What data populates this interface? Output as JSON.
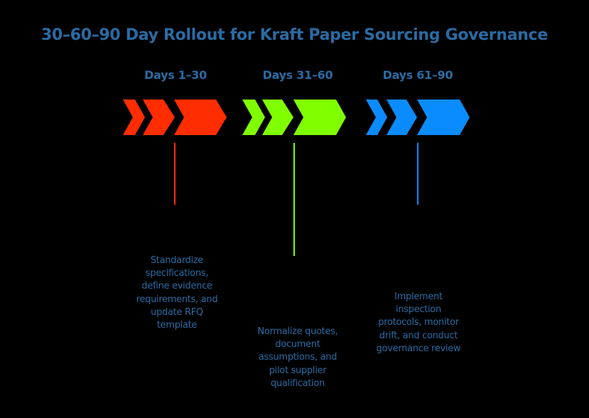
{
  "title": "30–60–90 Day Rollout for Kraft Paper Sourcing Governance",
  "colors": {
    "text": "#2a6ba3",
    "background": "#000000",
    "phase_1": "#ff2d00",
    "phase_2": "#80ff00",
    "phase_3": "#0a8cff"
  },
  "phases": [
    {
      "label": "Days 1–30",
      "color": "#ff2d00",
      "description": "Standardize specifications, define evidence requirements, and update RFQ template",
      "description_lines": [
        "Standardize",
        "specifications,",
        "define evidence",
        "requirements, and",
        "update RFQ",
        "template"
      ]
    },
    {
      "label": "Days 31–60",
      "color": "#80ff00",
      "description": "Normalize quotes, document assumptions, and pilot supplier qualification",
      "description_lines": [
        "Normalize quotes,",
        "document",
        "assumptions, and",
        "pilot supplier",
        "qualification"
      ]
    },
    {
      "label": "Days 61–90",
      "color": "#0a8cff",
      "description": "Implement inspection protocols, monitor drift, and conduct governance review",
      "description_lines": [
        "Implement",
        "inspection",
        "protocols, monitor",
        "drift, and conduct",
        "governance review"
      ]
    }
  ]
}
